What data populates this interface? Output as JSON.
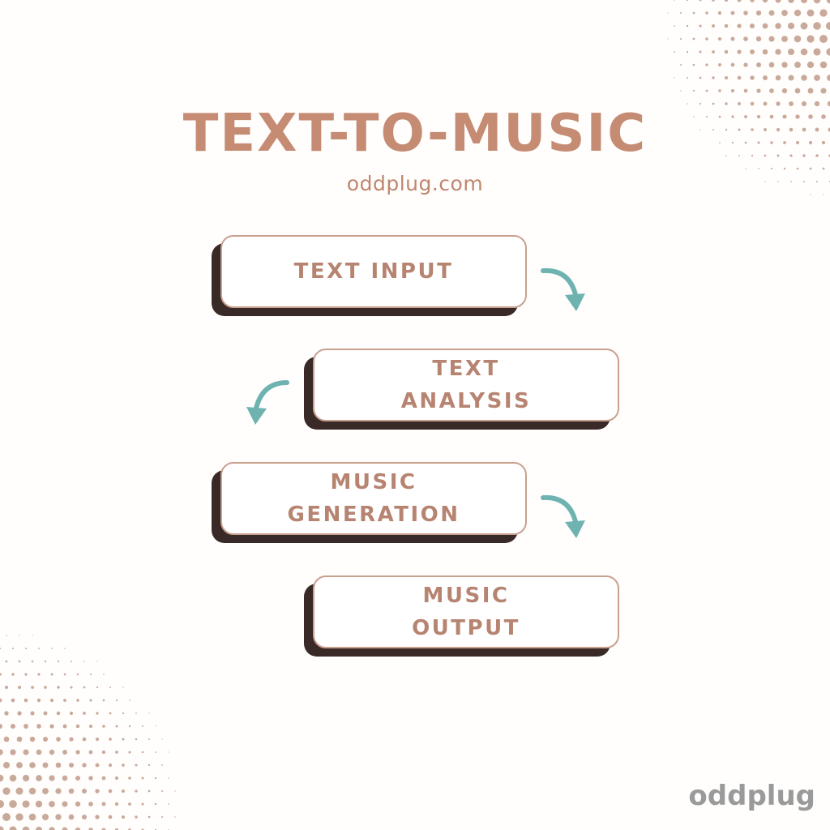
{
  "title": "TEXT-TO-MUSIC",
  "subtitle": "oddplug.com",
  "steps": [
    {
      "label": "TEXT INPUT"
    },
    {
      "label": "TEXT ANALYSIS"
    },
    {
      "label": "MUSIC\nGENERATION"
    },
    {
      "label": "MUSIC OUTPUT"
    }
  ],
  "logo": "oddplug",
  "colors": {
    "title": "#c58c73",
    "box_shadow": "#3a2a27",
    "box_border": "#c9a08e",
    "arrow": "#6fb3b1",
    "halftone": "#c9a99a",
    "logo": "#9a9a9a"
  },
  "icons": [
    "curved-arrow-right-down-icon",
    "curved-arrow-left-down-icon",
    "curved-arrow-right-down-icon"
  ]
}
